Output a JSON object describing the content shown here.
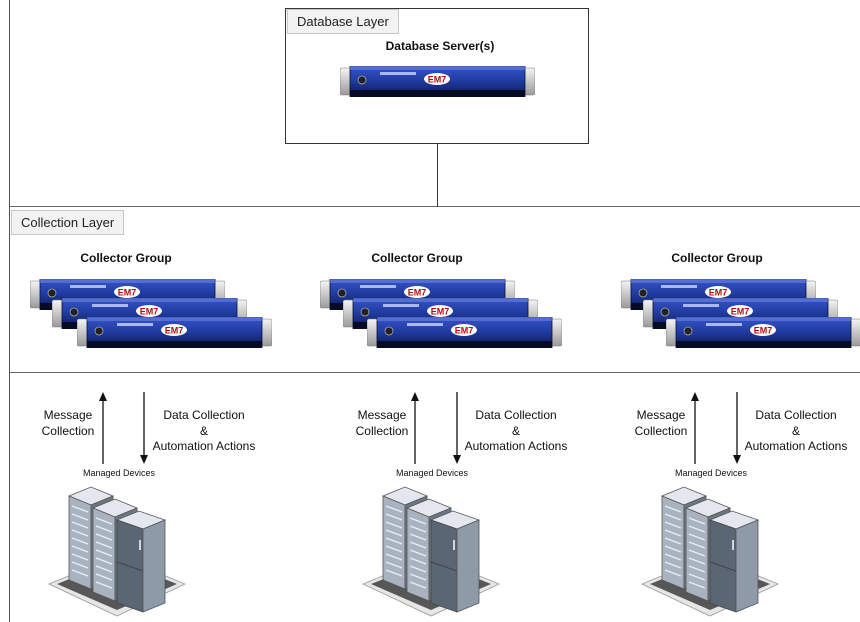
{
  "database_layer": {
    "tab_label": "Database Layer",
    "title": "Database Server(s)",
    "server_logo": "EM7"
  },
  "collection_layer": {
    "tab_label": "Collection Layer",
    "groups": [
      {
        "title": "Collector Group",
        "server_logo": "EM7"
      },
      {
        "title": "Collector Group",
        "server_logo": "EM7"
      },
      {
        "title": "Collector Group",
        "server_logo": "EM7"
      }
    ]
  },
  "device_layer": {
    "groups": [
      {
        "up_label_line1": "Message",
        "up_label_line2": "Collection",
        "down_label_line1": "Data Collection",
        "down_label_line2": "&",
        "down_label_line3": "Automation Actions",
        "devices_label": "Managed Devices"
      },
      {
        "up_label_line1": "Message",
        "up_label_line2": "Collection",
        "down_label_line1": "Data Collection",
        "down_label_line2": "&",
        "down_label_line3": "Automation Actions",
        "devices_label": "Managed Devices"
      },
      {
        "up_label_line1": "Message",
        "up_label_line2": "Collection",
        "down_label_line1": "Data Collection",
        "down_label_line2": "&",
        "down_label_line3": "Automation Actions",
        "devices_label": "Managed Devices"
      }
    ]
  },
  "colors": {
    "server_blue": "#1f3a9e",
    "server_dark": "#0c1652",
    "rack_light": "#dfe3ea",
    "rack_mid": "#9aa6b5",
    "rack_dark": "#4c5663",
    "line": "#333333"
  },
  "icons": [
    "em7-server-appliance",
    "server-rack-cluster",
    "arrow-up",
    "arrow-down"
  ]
}
